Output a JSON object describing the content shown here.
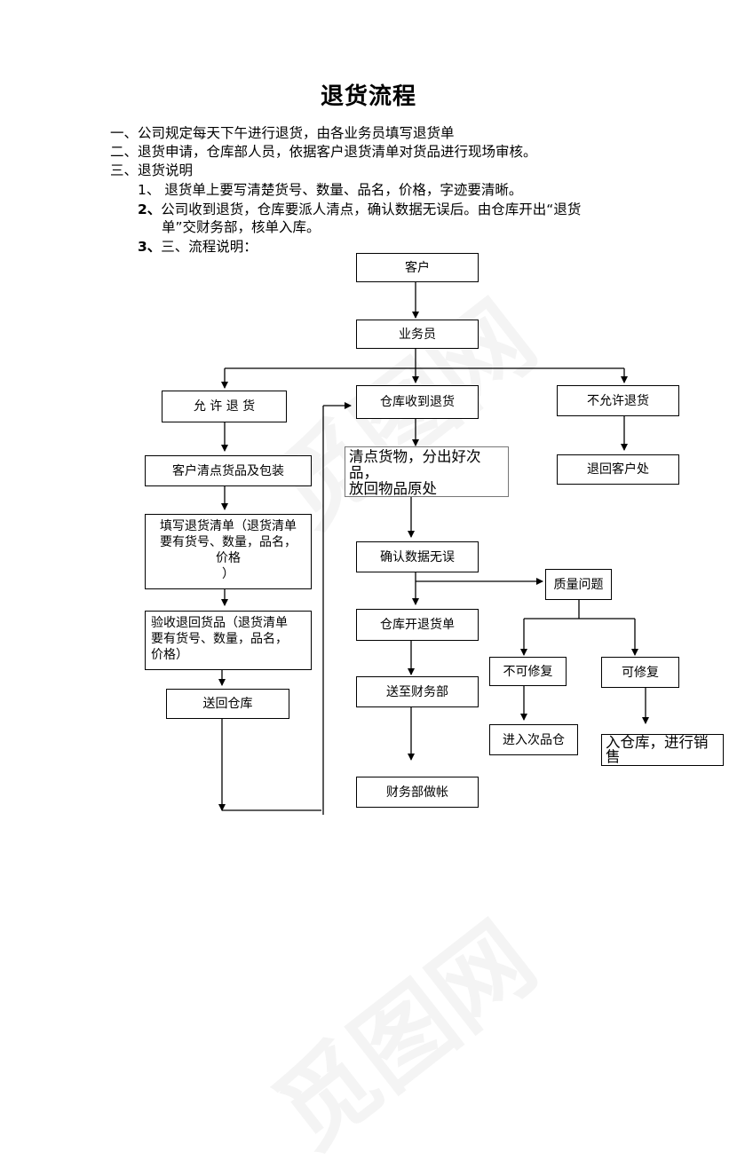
{
  "title": "退货流程",
  "intro": [
    {
      "num": "一、",
      "text": "公司规定每天下午进行退货，由各业务员填写退货单"
    },
    {
      "num": "二、",
      "text": "退货申请，仓库部人员，依据客户退货清单对货品进行现场审核。"
    },
    {
      "num": "三、",
      "text": "退货说明"
    }
  ],
  "notes": [
    {
      "num": "1、",
      "text": "退货单上要写清楚货号、数量、品名，价格，字迹要清晰。"
    },
    {
      "num": "2、",
      "text": "公司收到退货，仓库要派人清点，确认数据无误后。由仓库开出“退货",
      "cont": "单”交财务部，核单入库。"
    },
    {
      "num": "3、",
      "text": "三、流程说明："
    }
  ],
  "nodes": {
    "customer": "客户",
    "salesman": "业务员",
    "allow_return": "允 许 退 货",
    "warehouse_receive": "仓库收到退货",
    "not_allow": "不允许退货",
    "customer_pack": "客户清点货品及包装",
    "count_goods": [
      "清点货物，分出好次品，",
      "放回物品原处"
    ],
    "return_to_customer": "退回客户处",
    "fill_form": [
      "填写退货清单（退货清单",
      "要有货号、数量，品名，",
      "价格",
      "）"
    ],
    "confirm_data": "确认数据无误",
    "quality_issue": "质量问题",
    "inspect_goods": [
      "验收退回货品（退货清单",
      "要有货号、数量，品名，",
      "价格）"
    ],
    "warehouse_issue": "仓库开退货单",
    "not_repairable": "不可修复",
    "repairable": "可修复",
    "send_back": "送回仓库",
    "send_finance": "送至财务部",
    "defect_storage": "进入次品仓",
    "stock_sell": [
      "入仓库，进行销",
      "售"
    ],
    "finance_account": "财务部做帐"
  }
}
